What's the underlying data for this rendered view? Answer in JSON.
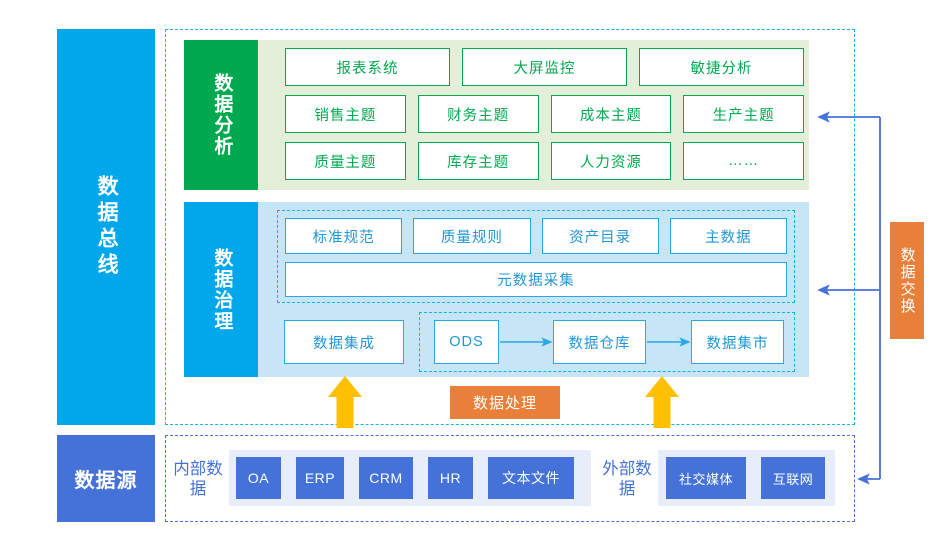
{
  "rail": {
    "bus_label": "数据总线",
    "source_label": "数据源"
  },
  "analysis": {
    "label": "数据分析",
    "rows": [
      [
        "报表系统",
        "大屏监控",
        "敏捷分析"
      ],
      [
        "销售主题",
        "财务主题",
        "成本主题",
        "生产主题"
      ],
      [
        "质量主题",
        "库存主题",
        "人力资源",
        "……"
      ]
    ]
  },
  "governance": {
    "label": "数据治理",
    "top_cells": [
      "标准规范",
      "质量规则",
      "资产目录",
      "主数据"
    ],
    "metadata_cell": "元数据采集",
    "integration_cell": "数据集成",
    "flow": [
      "ODS",
      "数据仓库",
      "数据集市"
    ]
  },
  "source": {
    "internal_label": "内部数据",
    "external_label": "外部数据",
    "internal_items": [
      "OA",
      "ERP",
      "CRM",
      "HR",
      "文本文件"
    ],
    "external_items": [
      "社交媒体",
      "互联网"
    ]
  },
  "badges": {
    "processing": "数据处理",
    "exchange": "数据交换"
  },
  "colors": {
    "bus_blue": "#00a7ea",
    "source_blue": "#4472d8",
    "analysis_green": "#00a94f",
    "analysis_bg": "#e3efd9",
    "governance_bg": "#c6e5f6",
    "orange": "#e8803a",
    "yellow_arrow": "#ffc000",
    "arrow_blue": "#4472d8"
  }
}
